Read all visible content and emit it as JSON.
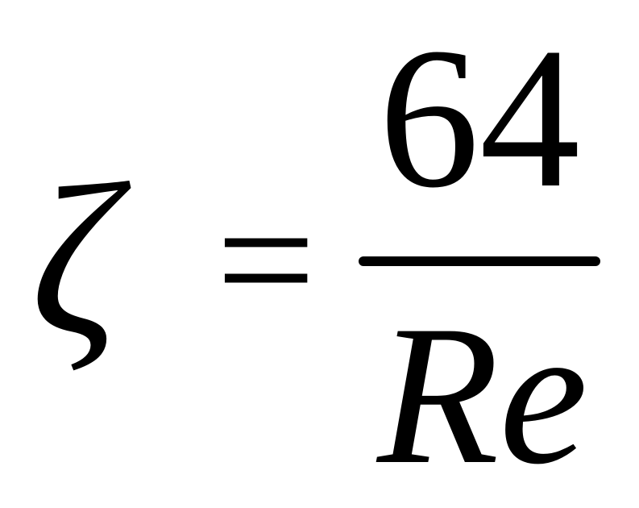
{
  "formula": {
    "lhs": "ζ",
    "operator": "=",
    "numerator": "64",
    "denominator": "Re"
  }
}
